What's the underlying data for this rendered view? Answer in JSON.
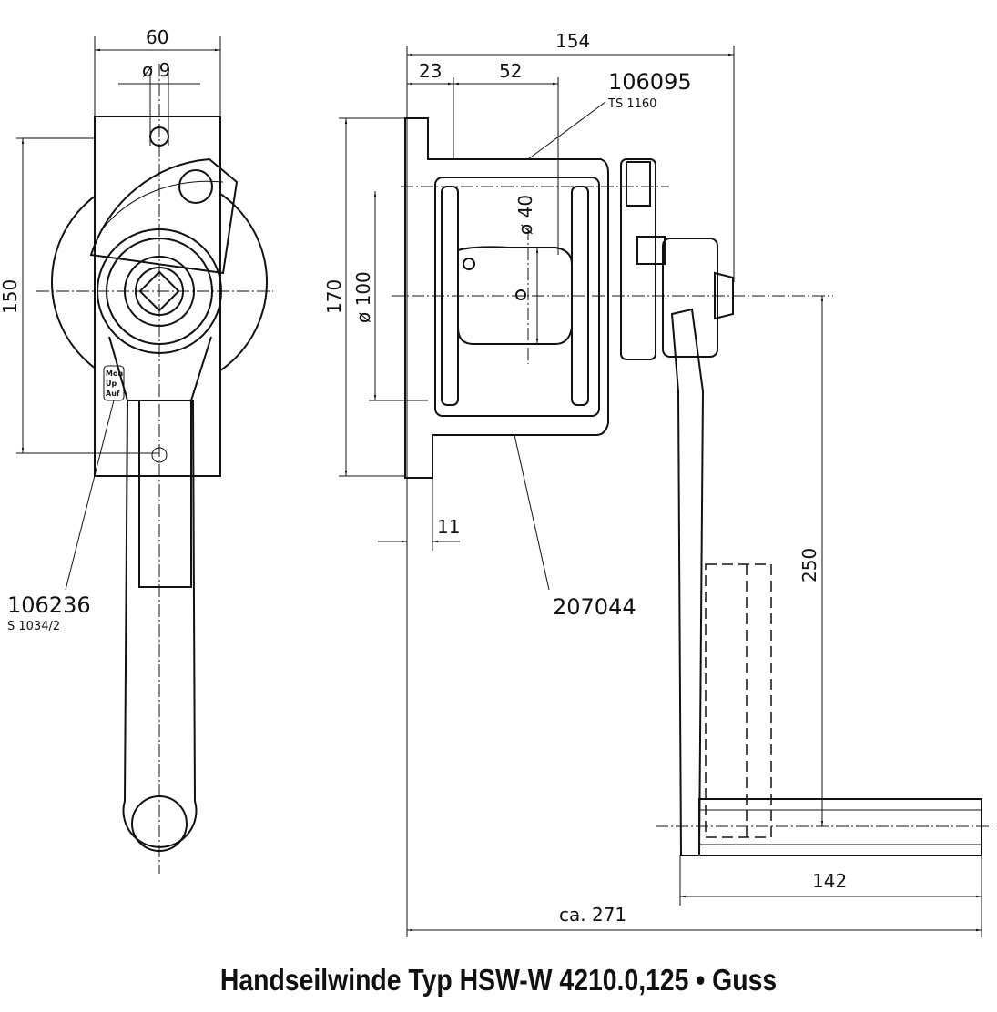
{
  "title": "Handseilwinde Typ HSW-W  4210.0,125 • Guss",
  "left_view": {
    "dims": {
      "width": "60",
      "bore": "ø 9",
      "height": "150"
    },
    "part_number": "106236",
    "part_ref": "S 1034/2",
    "label_lines": [
      "Mon",
      "Up",
      "Auf"
    ]
  },
  "side_view": {
    "dims": {
      "overall": "154",
      "d23": "23",
      "d52": "52",
      "h170": "170",
      "drum_dia": "ø 100",
      "core_dia": "ø 40",
      "flange": "11",
      "crank": "250",
      "handle": "142",
      "total": "ca. 271"
    },
    "part_top": "106095",
    "part_top_ref": "TS 1160",
    "part_bottom": "207044"
  }
}
